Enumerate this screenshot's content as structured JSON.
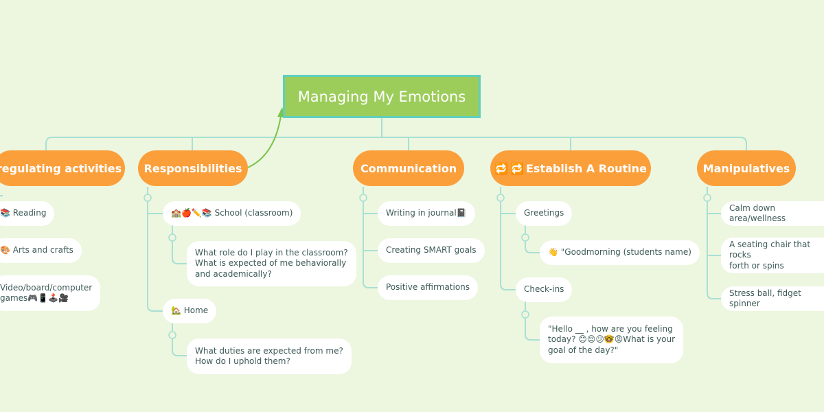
{
  "root": {
    "title": "Managing My Emotions"
  },
  "branches": [
    {
      "label": "regulating activities",
      "leaves": [
        "📚 Reading",
        "🎨 Arts and crafts",
        "Video/board/computer\ngames🎮📱🕹️🎥"
      ]
    },
    {
      "label": "Responsibilities",
      "leaves": [
        "🏫🍎✏️📚 School (classroom)",
        "What role do I play in the classroom?\nWhat is expected of me behaviorally\nand academically?",
        "🏡 Home",
        "What duties are expected from me?\nHow do I uphold them?"
      ]
    },
    {
      "label": "Communication",
      "leaves": [
        "Writing in journal📓",
        "Creating SMART goals",
        "Positive affirmations"
      ]
    },
    {
      "label": "Establish A Routine",
      "icons": [
        "🔁",
        "🔁"
      ],
      "leaves": [
        "Greetings",
        "👋 \"Goodmorning (students name)",
        "Check-ins",
        "\"Hello __ , how are you feeling\ntoday? 😊😔😕🤓😡What is your\ngoal of the day?\""
      ]
    },
    {
      "label": "Manipulatives",
      "leaves": [
        "Calm down area/wellness",
        "A seating chair that rocks\nforth or spins",
        "Stress ball, fidget spinner"
      ]
    }
  ],
  "colors": {
    "background": "#edf6df",
    "root": "#9ccc5a",
    "root_border": "#5fd0c0",
    "branch": "#fb9f3b",
    "leaf": "#ffffff",
    "connector": "#a8e0d4",
    "relation": "#7bc34a"
  }
}
